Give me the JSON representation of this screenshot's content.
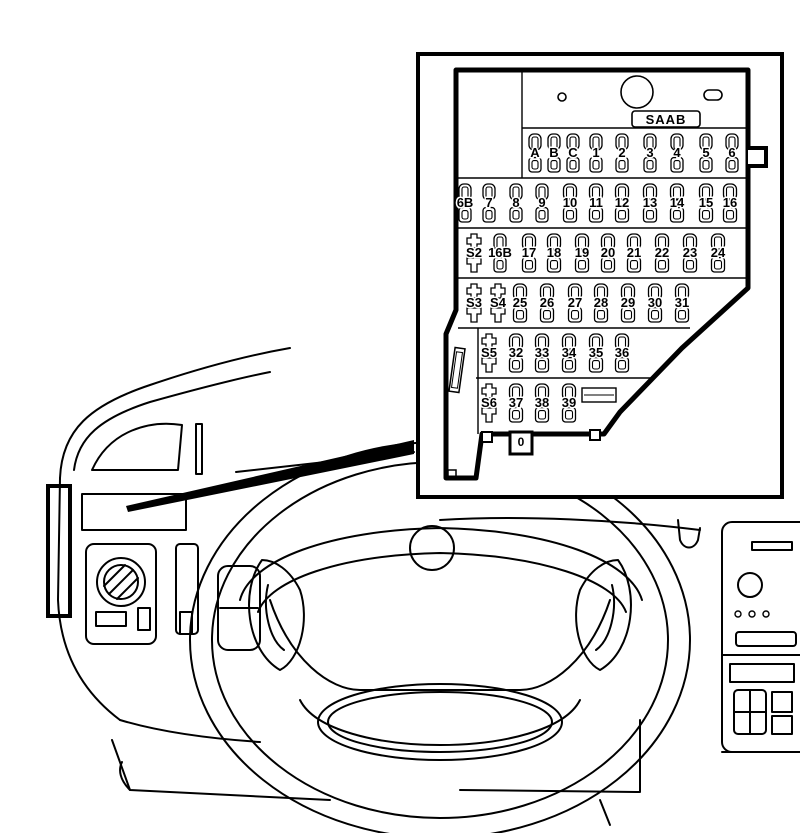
{
  "brand_badge": "SAAB",
  "fuse_rows": [
    {
      "row": 1,
      "labels": [
        "A",
        "B",
        "C",
        "1",
        "2",
        "3",
        "4",
        "5",
        "6"
      ]
    },
    {
      "row": 2,
      "labels": [
        "6B",
        "7",
        "8",
        "9",
        "10",
        "11",
        "12",
        "13",
        "14",
        "15",
        "16"
      ]
    },
    {
      "row": 3,
      "labels": [
        "S2",
        "16B",
        "17",
        "18",
        "19",
        "20",
        "21",
        "22",
        "23",
        "24"
      ]
    },
    {
      "row": 4,
      "labels": [
        "S3",
        "S4",
        "25",
        "26",
        "27",
        "28",
        "29",
        "30",
        "31"
      ]
    },
    {
      "row": 5,
      "labels": [
        "S5",
        "32",
        "33",
        "34",
        "35",
        "36"
      ]
    },
    {
      "row": 6,
      "labels": [
        "S6",
        "37",
        "38",
        "39"
      ]
    }
  ],
  "bottom_tab_label": "0"
}
